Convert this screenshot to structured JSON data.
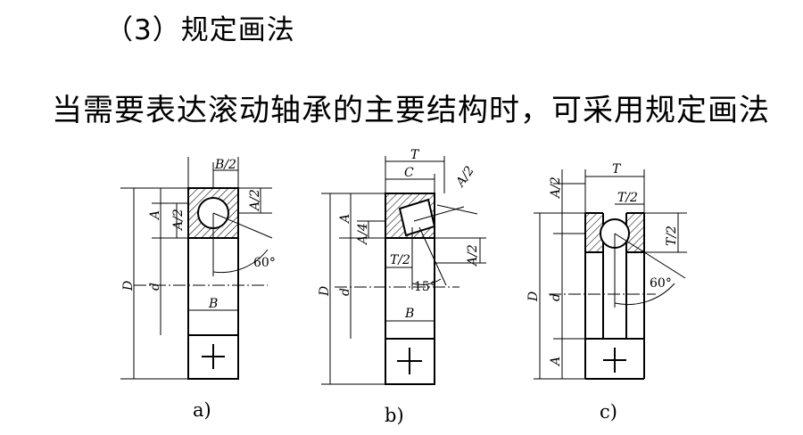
{
  "heading": "（3）规定画法",
  "subtitle": "当需要表达滚动轴承的主要结构时，可采用规定画法",
  "figures": [
    {
      "label": "a)",
      "dimension_labels": {
        "half_b": "B/2",
        "a": "A",
        "half_a_left": "A/2",
        "half_a_right": "A/2",
        "angle": "60°",
        "d_outer": "D",
        "d_inner": "d",
        "b": "B"
      }
    },
    {
      "label": "b)",
      "dimension_labels": {
        "t": "T",
        "c": "C",
        "half_a_top": "A/2",
        "a": "A",
        "quarter_a": "A/4",
        "half_t": "T/2",
        "half_a_right": "A/2",
        "angle": "15°",
        "d_outer": "D",
        "d_inner": "d",
        "b": "B"
      }
    },
    {
      "label": "c)",
      "dimension_labels": {
        "t": "T",
        "half_a": "A/2",
        "half_t_top": "T/2",
        "half_t_right": "T/2",
        "angle": "60°",
        "d_outer": "D",
        "d_inner": "d",
        "a": "A"
      }
    }
  ]
}
